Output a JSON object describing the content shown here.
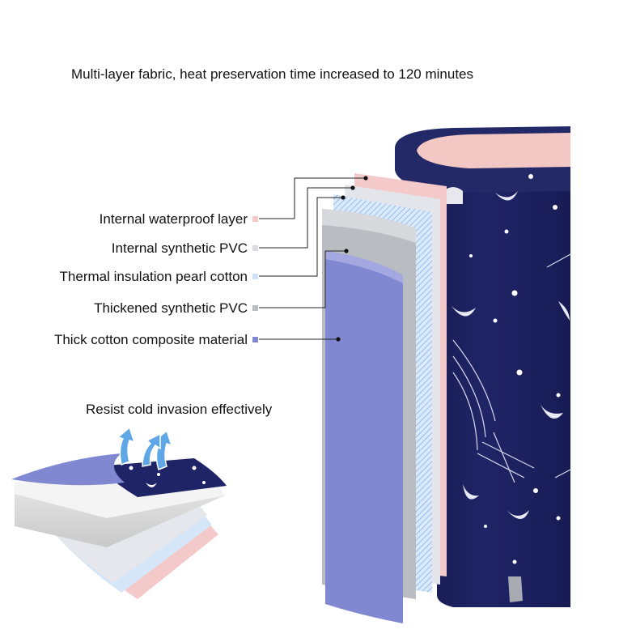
{
  "headline": "Multi-layer fabric, heat preservation time increased to 120 minutes",
  "subhead": "Resist cold invasion effectively",
  "layers": [
    {
      "label": "Internal waterproof layer",
      "color": "#f4c9c9"
    },
    {
      "label": "Internal synthetic PVC",
      "color": "#d9dbe0"
    },
    {
      "label": "Thermal insulation pearl cotton",
      "color": "#cfe3f7"
    },
    {
      "label": "Thickened synthetic PVC",
      "color": "#b9bcc1"
    },
    {
      "label": "Thick cotton composite material",
      "color": "#8088d2"
    }
  ],
  "colors": {
    "tub_navy": "#1b1f5c",
    "tub_rim": "#232867",
    "tub_inner": "#f2c7c4",
    "arrow_blue": "#5fa6e6"
  }
}
